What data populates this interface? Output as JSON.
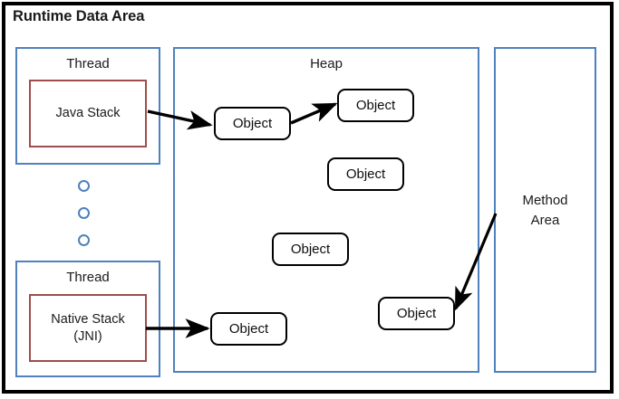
{
  "diagram": {
    "title": "Runtime Data Area",
    "type": "jvm-memory-architecture"
  },
  "regions": {
    "thread_stack_column": {
      "name": "thread-stack-column"
    },
    "threads": [
      {
        "label": "Thread",
        "stack_label": "Java Stack"
      },
      {
        "label": "Thread",
        "stack_label_line1": "Native Stack",
        "stack_label_line2": "(JNI)"
      }
    ],
    "heap": {
      "label": "Heap"
    },
    "method_area": {
      "label_line1": "Method",
      "label_line2": "Area"
    }
  },
  "objects": [
    {
      "label": "Object"
    },
    {
      "label": "Object"
    },
    {
      "label": "Object"
    },
    {
      "label": "Object"
    },
    {
      "label": "Object"
    },
    {
      "label": "Object"
    }
  ],
  "ellipsis_dots": 3,
  "colors": {
    "frame_black": "#000000",
    "region_blue": "#4F81BD",
    "stack_maroon": "#9E4D4D",
    "object_black": "#000000",
    "background_white": "#FFFFFF",
    "text_dark": "#1A1A1A"
  }
}
